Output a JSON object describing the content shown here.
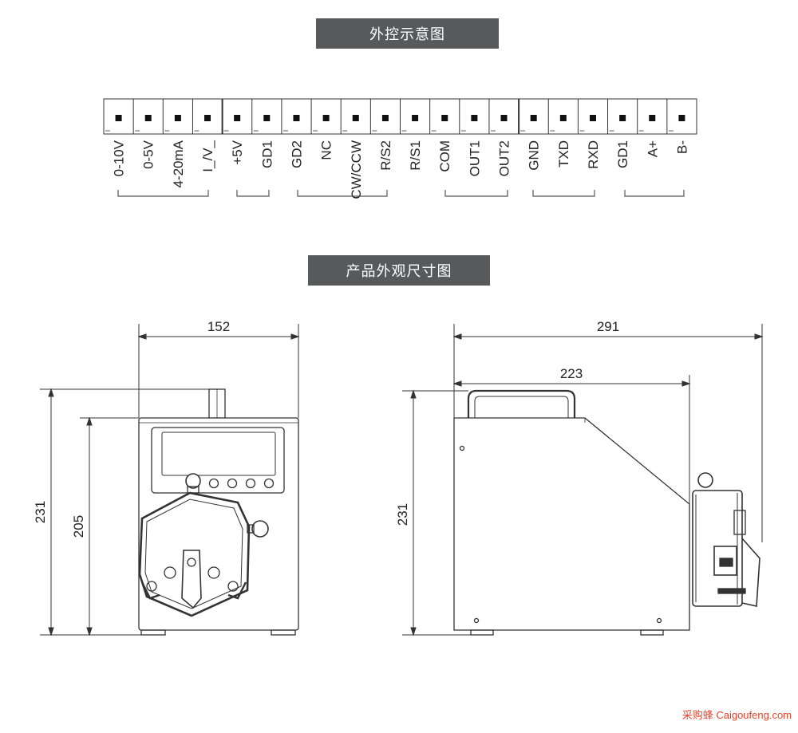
{
  "headers": {
    "wiring": "外控示意图",
    "dimensions": "产品外观尺寸图"
  },
  "terminals": [
    "0-10V",
    "0-5V",
    "4-20mA",
    "I_/V_",
    "+5V",
    "GD1",
    "GD2",
    "NC",
    "CW/CCW",
    "R/S2",
    "R/S1",
    "COM",
    "OUT1",
    "OUT2",
    "GND",
    "TXD",
    "RXD",
    "GD1",
    "A+",
    "B-"
  ],
  "front_view": {
    "width": "152",
    "height_total": "231",
    "height_body": "205"
  },
  "side_view": {
    "length_total": "291",
    "length_body": "223",
    "height": "231"
  },
  "footer": "采购蜂 Caigoufeng.com"
}
